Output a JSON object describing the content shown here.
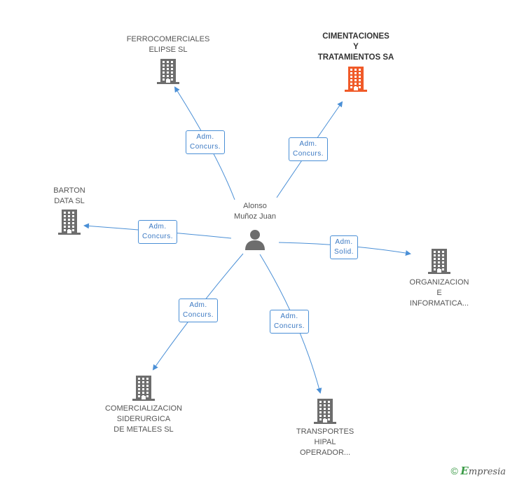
{
  "center": {
    "name": "Alonso\nMuñoz Juan"
  },
  "companies": [
    {
      "id": "ferro",
      "label": "FERROCOMERCIALES\nELIPSE SL",
      "highlight": false
    },
    {
      "id": "ciment",
      "label": "CIMENTACIONES\nY\nTRATAMIENTOS SA",
      "highlight": true
    },
    {
      "id": "barton",
      "label": "BARTON\nDATA SL",
      "highlight": false
    },
    {
      "id": "organ",
      "label": "ORGANIZACION\nE\nINFORMATICA...",
      "highlight": false
    },
    {
      "id": "comerc",
      "label": "COMERCIALIZACION\nSIDERURGICA\nDE METALES SL",
      "highlight": false
    },
    {
      "id": "transp",
      "label": "TRANSPORTES\nHIPAL\nOPERADOR...",
      "highlight": false
    }
  ],
  "relations": [
    {
      "to": "ferro",
      "label": "Adm.\nConcurs."
    },
    {
      "to": "ciment",
      "label": "Adm.\nConcurs."
    },
    {
      "to": "barton",
      "label": "Adm.\nConcurs."
    },
    {
      "to": "organ",
      "label": "Adm.\nSolid."
    },
    {
      "to": "comerc",
      "label": "Adm.\nConcurs."
    },
    {
      "to": "transp",
      "label": "Adm.\nConcurs."
    }
  ],
  "colors": {
    "edge": "#4a8fd6",
    "building": "#6d6d6d",
    "building_highlight": "#f05a28",
    "person": "#6d6d6d"
  },
  "footer": {
    "copyright": "©",
    "brand_e": "E",
    "brand_rest": "mpresia"
  }
}
